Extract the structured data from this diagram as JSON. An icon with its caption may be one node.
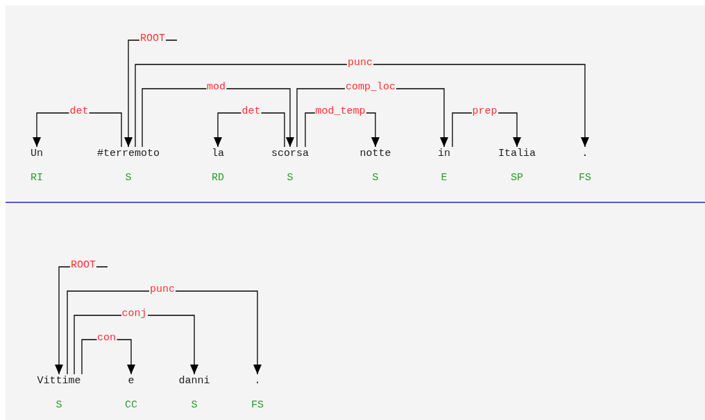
{
  "diagram": {
    "nodes": [
      {
        "text": [
          "Un"
        ],
        "beside": [
          "RI"
        ]
      },
      {
        "text": [
          "#terremoto"
        ],
        "beside": [
          "S"
        ]
      },
      {
        "text": [
          "la"
        ],
        "beside": [
          "RD"
        ]
      },
      {
        "text": [
          "scorsa"
        ],
        "beside": [
          "S"
        ]
      },
      {
        "text": [
          "notte"
        ],
        "beside": [
          "S"
        ]
      },
      {
        "text": [
          "in"
        ],
        "beside": [
          "E"
        ]
      },
      {
        "text": [
          "Italia"
        ],
        "beside": [
          "SP"
        ]
      },
      {
        "text": [
          "."
        ],
        "beside": [
          "FS"
        ]
      },
      {
        "text": [
          "Vittime"
        ],
        "beside": [
          "S"
        ]
      },
      {
        "text": [
          "e"
        ],
        "beside": [
          "CC"
        ]
      },
      {
        "text": [
          "danni"
        ],
        "beside": [
          "S"
        ]
      },
      {
        "text": [
          "."
        ],
        "beside": [
          "FS"
        ]
      }
    ],
    "edges": [
      {
        "from": null,
        "to": 1,
        "arrow": "to",
        "label": "ROOT"
      },
      {
        "from": 1,
        "to": 0,
        "arrow": "to",
        "label": "det"
      },
      {
        "from": 1,
        "to": 7,
        "arrow": "to",
        "label": "punc"
      },
      {
        "from": 1,
        "to": 3,
        "arrow": "to",
        "label": "mod"
      },
      {
        "from": 3,
        "to": 2,
        "arrow": "to",
        "label": "det"
      },
      {
        "from": 3,
        "to": 4,
        "arrow": "to",
        "label": "mod_temp"
      },
      {
        "from": 3,
        "to": 5,
        "arrow": "to",
        "label": "comp_loc"
      },
      {
        "from": 5,
        "to": 6,
        "arrow": "to",
        "label": "prep"
      },
      {
        "from": null,
        "to": 8,
        "arrow": "to",
        "label": "ROOT"
      },
      {
        "from": 8,
        "to": 11,
        "arrow": "to",
        "label": "punc"
      },
      {
        "from": 8,
        "to": 10,
        "arrow": "to",
        "label": "conj"
      },
      {
        "from": 8,
        "to": 9,
        "arrow": "to",
        "label": "con"
      }
    ]
  }
}
